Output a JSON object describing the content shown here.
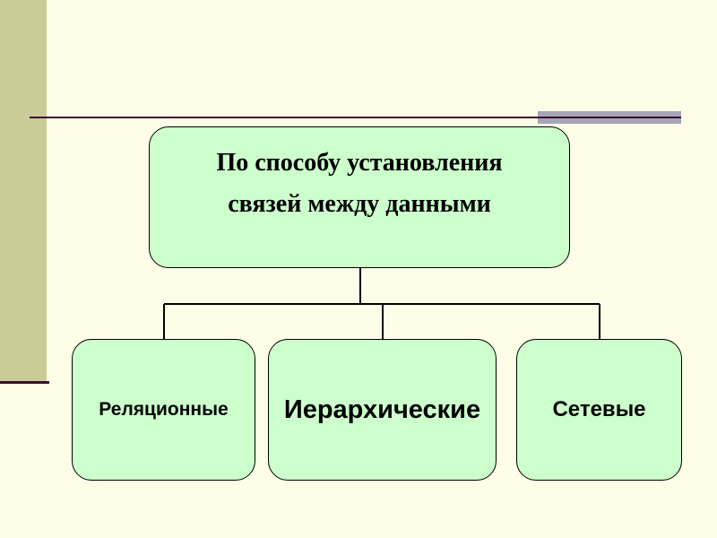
{
  "diagram": {
    "root": {
      "line1": "По способу установления",
      "line2": "связей между данными"
    },
    "children": [
      {
        "label": "Реляционные"
      },
      {
        "label": "Иерархические"
      },
      {
        "label": "Сетевые"
      }
    ]
  },
  "colors": {
    "background": "#fefee8",
    "node_fill": "#ccffcc",
    "accent_bar": "#cbcb98",
    "rule_line": "#3a0f2e",
    "accent_block": "#a6a6b8"
  }
}
